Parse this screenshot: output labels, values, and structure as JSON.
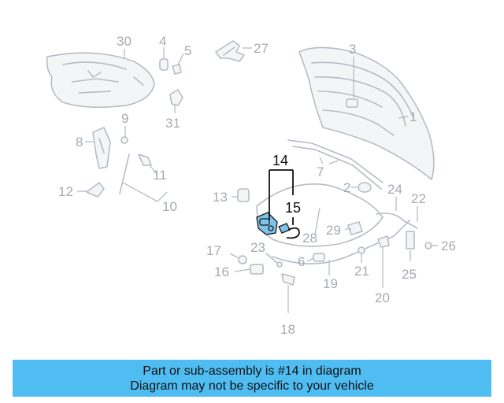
{
  "diagram": {
    "callouts": [
      "1",
      "2",
      "3",
      "4",
      "5",
      "6",
      "7",
      "8",
      "9",
      "10",
      "11",
      "12",
      "13",
      "14",
      "15",
      "16",
      "17",
      "18",
      "19",
      "20",
      "21",
      "22",
      "23",
      "24",
      "25",
      "26",
      "27",
      "28",
      "29",
      "30",
      "31"
    ],
    "highlighted": [
      "14",
      "15"
    ],
    "colors": {
      "line": "#b7bcc4",
      "label": "#a6aab2",
      "highlight_part": "#7ec3e8",
      "highlight_label": "#111111",
      "banner": "#4fbdf2"
    }
  },
  "banner": {
    "line1": "Part or sub-assembly is #14 in diagram",
    "line2": "Diagram may not be specific to your vehicle"
  }
}
